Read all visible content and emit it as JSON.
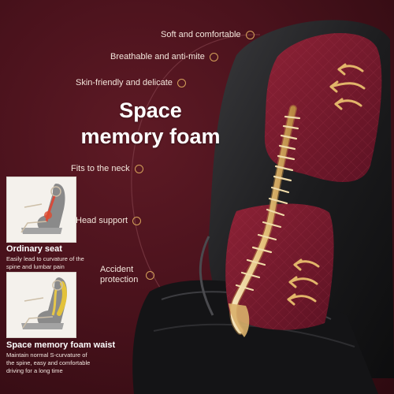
{
  "features": [
    {
      "label": "Soft and comfortable"
    },
    {
      "label": "Breathable and anti-mite"
    },
    {
      "label": "Skin-friendly and delicate"
    },
    {
      "label": "Fits to the neck"
    },
    {
      "label": "Head support"
    },
    {
      "label": "Accident protection"
    }
  ],
  "headline": {
    "line1": "Space",
    "line2": "memory foam"
  },
  "comparison": {
    "ordinary": {
      "title": "Ordinary seat",
      "desc_line1": "Easily lead to curvature of the",
      "desc_line2": "spine and lumbar pain"
    },
    "foam": {
      "title": "Space memory foam waist",
      "desc_line1": "Maintain normal S-curvature of",
      "desc_line2": "the spine, easy and comfortable",
      "desc_line3": "driving for a long time"
    }
  },
  "colors": {
    "background": "#4a121c",
    "cushion": "#7a1a2e",
    "seat": "#1b1b1d",
    "dot_ring": "#d4a15a",
    "arrow": "#e2b56a"
  }
}
